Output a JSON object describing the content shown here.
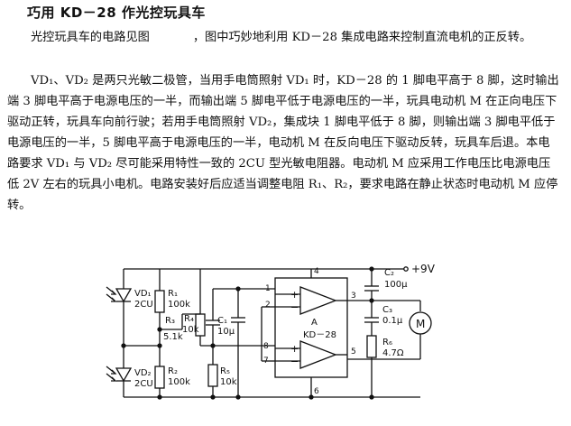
{
  "article": {
    "title": "巧用 KD－28 作光控玩具车",
    "p1_a": "光控玩具车的电路见图",
    "p1_b": "，图中巧妙地利用 KD－28 集成电路来控制直流电机的正反转。",
    "p2": "VD₁、VD₂ 是两只光敏二极管，当用手电筒照射 VD₁ 时，KD－28 的 1 脚电平高于 8 脚，这时输出端 3 脚电平高于电源电压的一半，而输出端 5 脚电平低于电源电压的一半，玩具电动机 M 在正向电压下驱动正转，玩具车向前行驶；若用手电筒照射 VD₂，集成块 1 脚电平低于 8 脚，则输出端 3 脚电平低于电源电压的一半，5 脚电平高于电源电压的一半，电动机 M 在反向电压下驱动反转，玩具车后退。本电路要求 VD₁ 与 VD₂ 尽可能采用特性一致的 2CU 型光敏电阻器。电动机 M 应采用工作电压比电源电压低 2V 左右的玩具小电机。电路安装好后应适当调整电阻 R₁、R₂，要求电路在静止状态时电动机 M 应停转。"
  },
  "circuit": {
    "supply": "+9V",
    "vd1": "VD₁",
    "vd1_type": "2CU",
    "vd2": "VD₂",
    "vd2_type": "2CU",
    "r1": "R₁",
    "r1_val": "100k",
    "r2": "R₂",
    "r2_val": "100k",
    "r3": "R₃",
    "r3_val": "5.1k",
    "r4": "R₄",
    "r4_val": "10k",
    "r5": "R₅",
    "r5_val": "10k",
    "r6": "R₆",
    "r6_val": "4.7Ω",
    "c1": "C₁",
    "c1_val": "10μ",
    "c2": "C₂",
    "c2_val": "100μ",
    "c3": "C₃",
    "c3_val": "0.1μ",
    "ic_label": "A",
    "ic_name": "KD－28",
    "motor": "M",
    "pin1": "1",
    "pin2": "2",
    "pin3": "3",
    "pin4": "4",
    "pin5": "5",
    "pin6": "6",
    "pin7": "7",
    "pin8": "8"
  }
}
